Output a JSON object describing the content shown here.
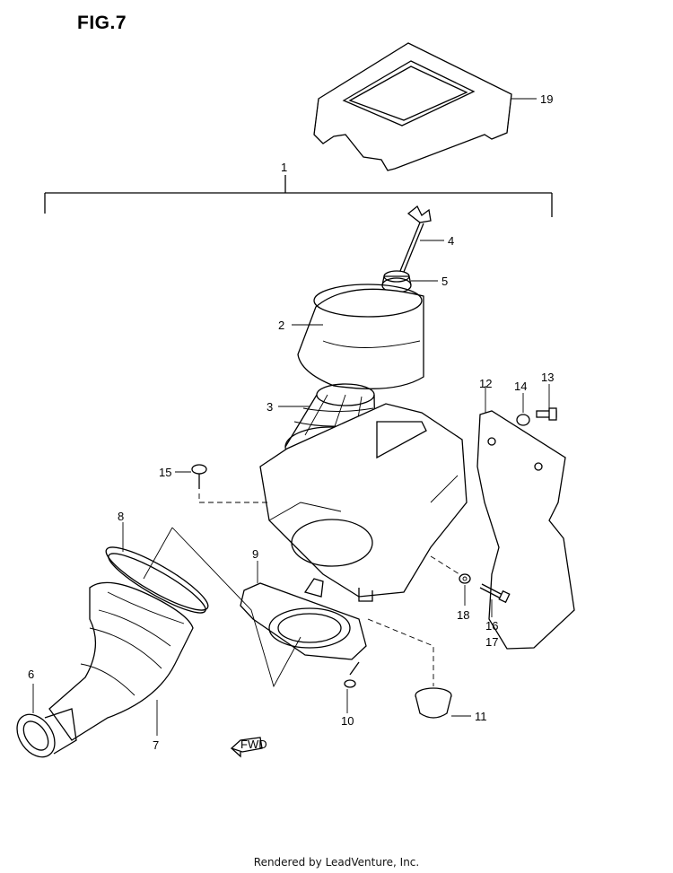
{
  "figure": {
    "title": "FIG.7",
    "footer": "Rendered by LeadVenture, Inc."
  },
  "callouts": {
    "c1": "1",
    "c2": "2",
    "c3": "3",
    "c4": "4",
    "c5": "5",
    "c6": "6",
    "c7": "7",
    "c8": "8",
    "c9": "9",
    "c10": "10",
    "c11": "11",
    "c12": "12",
    "c13": "13",
    "c14": "14",
    "c15": "15",
    "c16": "16",
    "c17": "17",
    "c18": "18",
    "c19": "19"
  },
  "icons": {
    "forward_arrow": "fwd-arrow-icon"
  }
}
